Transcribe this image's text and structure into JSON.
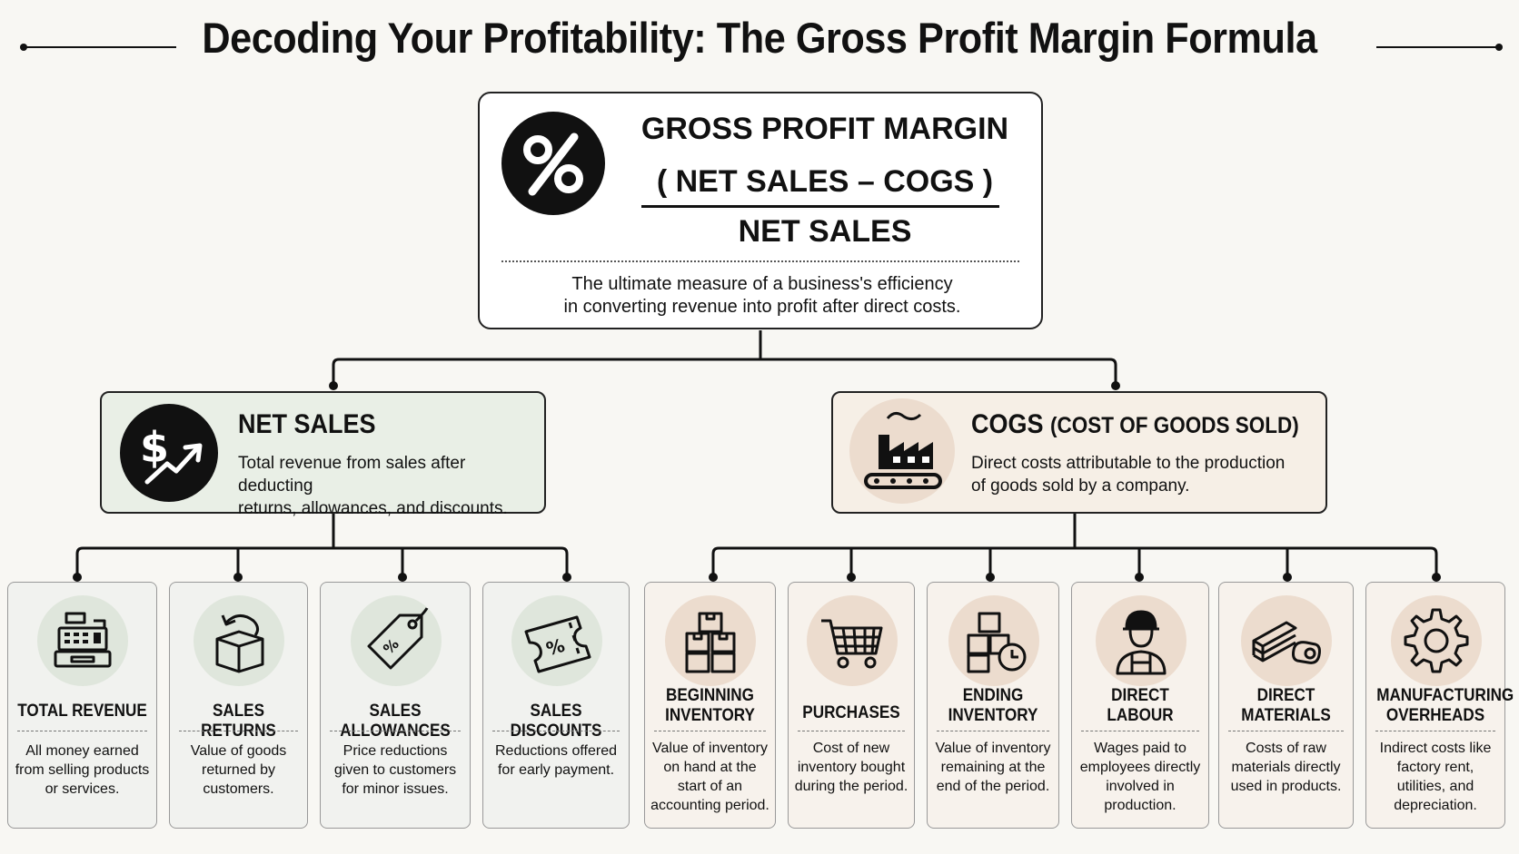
{
  "title": "Decoding Your Profitability: The Gross Profit Margin Formula",
  "formula": {
    "heading": "GROSS PROFIT MARGIN",
    "numerator": "( NET SALES – COGS )",
    "denominator": "NET SALES",
    "description_line1": "The ultimate measure of a business's efficiency",
    "description_line2": "in converting revenue into profit after direct costs."
  },
  "net_sales": {
    "title": "NET SALES",
    "desc_line1": "Total revenue from sales after deducting",
    "desc_line2": "returns, allowances, and discounts."
  },
  "cogs": {
    "title": "COGS",
    "title_sub": "(COST OF GOODS SOLD)",
    "desc_line1": "Direct costs attributable to the production",
    "desc_line2": "of goods sold by a company."
  },
  "net_sales_items": [
    {
      "title": "TOTAL REVENUE",
      "desc": "All money earned from selling products or services.",
      "icon": "cash-register-icon"
    },
    {
      "title": "SALES RETURNS",
      "desc": "Value of goods returned by customers.",
      "icon": "return-box-icon"
    },
    {
      "title": "SALES ALLOWANCES",
      "desc": "Price reductions given to customers for minor issues.",
      "icon": "price-tag-icon"
    },
    {
      "title": "SALES DISCOUNTS",
      "desc": "Reductions offered for early payment.",
      "icon": "discount-ticket-icon"
    }
  ],
  "cogs_items": [
    {
      "title": "BEGINNING INVENTORY",
      "desc": "Value of inventory on hand at the start of an accounting period.",
      "icon": "stacked-boxes-icon"
    },
    {
      "title": "PURCHASES",
      "desc": "Cost of new inventory bought during the period.",
      "icon": "shopping-cart-icon"
    },
    {
      "title": "ENDING INVENTORY",
      "desc": "Value of inventory remaining at the end of the period.",
      "icon": "boxes-clock-icon"
    },
    {
      "title": "DIRECT LABOUR",
      "desc": "Wages paid to employees directly involved in production.",
      "icon": "worker-icon"
    },
    {
      "title": "DIRECT MATERIALS",
      "desc": "Costs of raw materials directly used in products.",
      "icon": "materials-icon"
    },
    {
      "title": "MANUFACTURING OVERHEADS",
      "desc": "Indirect costs like factory rent, utilities, and depreciation.",
      "icon": "gear-icon"
    }
  ],
  "colors": {
    "ink": "#111111",
    "net_sales_bg": "#e9efe6",
    "cogs_bg": "#f6efe6",
    "page_bg": "#f8f7f3"
  }
}
